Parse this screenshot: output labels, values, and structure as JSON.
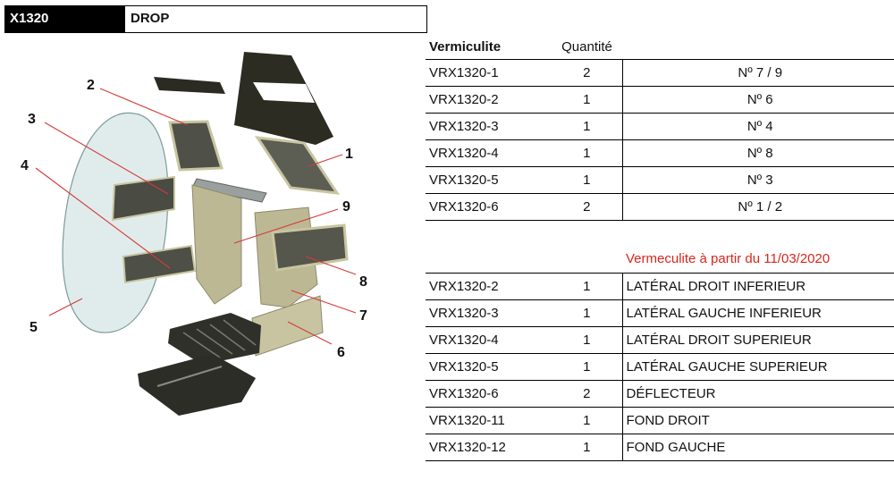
{
  "header": {
    "code": "X1320",
    "name": "DROP"
  },
  "diagram": {
    "callouts": [
      "1",
      "2",
      "3",
      "4",
      "5",
      "6",
      "7",
      "8",
      "9"
    ]
  },
  "table1": {
    "headers": {
      "ref": "Vermiculite",
      "qty": "Quantité"
    },
    "rows": [
      {
        "ref": "VRX1320-1",
        "qty": "2",
        "desc": "Nº 7 / 9"
      },
      {
        "ref": "VRX1320-2",
        "qty": "1",
        "desc": "Nº 6"
      },
      {
        "ref": "VRX1320-3",
        "qty": "1",
        "desc": "Nº 4"
      },
      {
        "ref": "VRX1320-4",
        "qty": "1",
        "desc": "Nº 8"
      },
      {
        "ref": "VRX1320-5",
        "qty": "1",
        "desc": "Nº 3"
      },
      {
        "ref": "VRX1320-6",
        "qty": "2",
        "desc": "Nº 1 / 2"
      }
    ]
  },
  "note": {
    "text": "Vermeculite à partir du 11/03/2020",
    "color": "#d9261c"
  },
  "table2": {
    "rows": [
      {
        "ref": "VRX1320-2",
        "qty": "1",
        "desc": "LATÉRAL DROIT INFERIEUR"
      },
      {
        "ref": "VRX1320-3",
        "qty": "1",
        "desc": "LATÉRAL GAUCHE INFERIEUR"
      },
      {
        "ref": "VRX1320-4",
        "qty": "1",
        "desc": "LATÉRAL DROIT SUPERIEUR"
      },
      {
        "ref": "VRX1320-5",
        "qty": "1",
        "desc": "LATÉRAL GAUCHE SUPERIEUR"
      },
      {
        "ref": "VRX1320-6",
        "qty": "2",
        "desc": "DÉFLECTEUR"
      },
      {
        "ref": "VRX1320-11",
        "qty": "1",
        "desc": "FOND DROIT"
      },
      {
        "ref": "VRX1320-12",
        "qty": "1",
        "desc": "FOND GAUCHE"
      }
    ]
  }
}
